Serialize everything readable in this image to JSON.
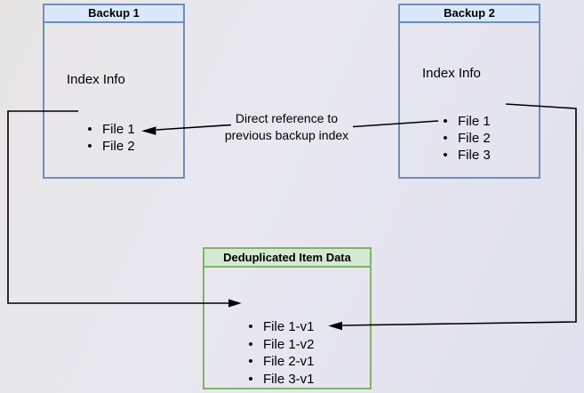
{
  "bullet": "•",
  "backup1": {
    "title": "Backup 1",
    "section_label": "Index Info",
    "items": [
      "File 1",
      "File 2"
    ]
  },
  "backup2": {
    "title": "Backup 2",
    "section_label": "Index Info",
    "items": [
      "File 1",
      "File 2",
      "File 3"
    ]
  },
  "dedup": {
    "title": "Deduplicated Item Data",
    "items": [
      "File 1-v1",
      "File 1-v2",
      "File 2-v1",
      "File 3-v1"
    ]
  },
  "annotation": {
    "line1": "Direct reference to",
    "line2": "previous backup index"
  },
  "colors": {
    "blue_border": "#6c8ebf",
    "blue_header": "#dae8fc",
    "green_border": "#82b366",
    "green_header": "#d5e8d4",
    "connector": "#000000"
  }
}
